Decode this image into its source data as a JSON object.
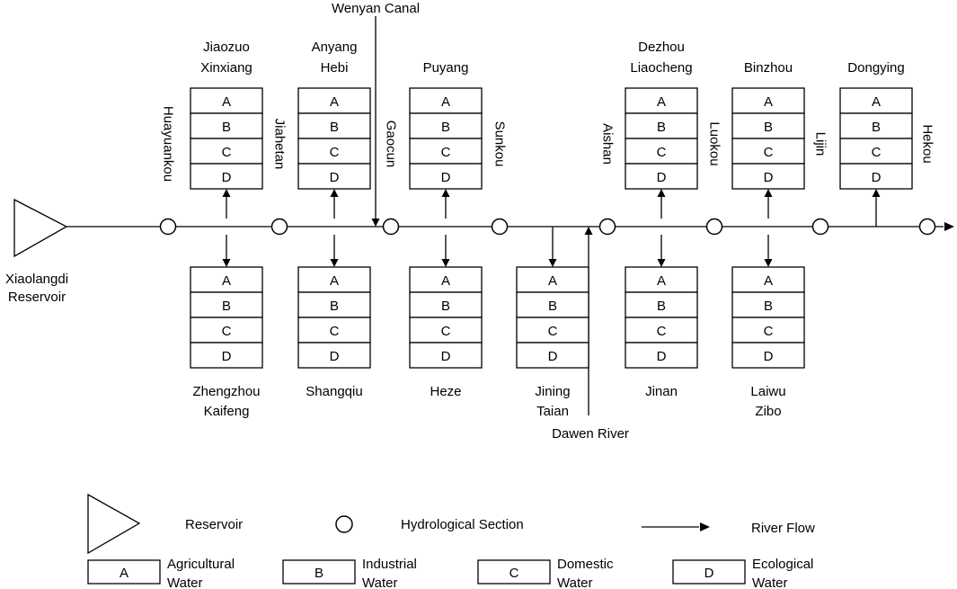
{
  "reservoir": {
    "label_line1": "Xiaolangdi",
    "label_line2": "Reservoir"
  },
  "block_letters": [
    "A",
    "B",
    "C",
    "D"
  ],
  "stations": [
    "Huayuankou",
    "Jiahetan",
    "Gaocun",
    "Sunkou",
    "Aishan",
    "Luokou",
    "Lijin",
    "Hekou"
  ],
  "tributaries": {
    "wenyan": "Wenyan Canal",
    "dawen": "Dawen River"
  },
  "regions_north": [
    {
      "line1": "Jiaozuo",
      "line2": "Xinxiang"
    },
    {
      "line1": "Anyang",
      "line2": "Hebi"
    },
    {
      "line1": "Puyang",
      "line2": ""
    },
    {
      "line1": "Dezhou",
      "line2": "Liaocheng"
    },
    {
      "line1": "Binzhou",
      "line2": ""
    },
    {
      "line1": "Dongying",
      "line2": ""
    }
  ],
  "regions_south": [
    {
      "line1": "Zhengzhou",
      "line2": "Kaifeng"
    },
    {
      "line1": "Shangqiu",
      "line2": ""
    },
    {
      "line1": "Heze",
      "line2": ""
    },
    {
      "line1": "Jining",
      "line2": "Taian"
    },
    {
      "line1": "Jinan",
      "line2": ""
    },
    {
      "line1": "Laiwu",
      "line2": "Zibo"
    }
  ],
  "legend": {
    "reservoir": "Reservoir",
    "section": "Hydrological Section",
    "flow": "River Flow",
    "items": [
      {
        "letter": "A",
        "line1": "Agricultural",
        "line2": "Water"
      },
      {
        "letter": "B",
        "line1": "Industrial",
        "line2": "Water"
      },
      {
        "letter": "C",
        "line1": "Domestic",
        "line2": "Water"
      },
      {
        "letter": "D",
        "line1": "Ecological",
        "line2": "Water"
      }
    ]
  }
}
